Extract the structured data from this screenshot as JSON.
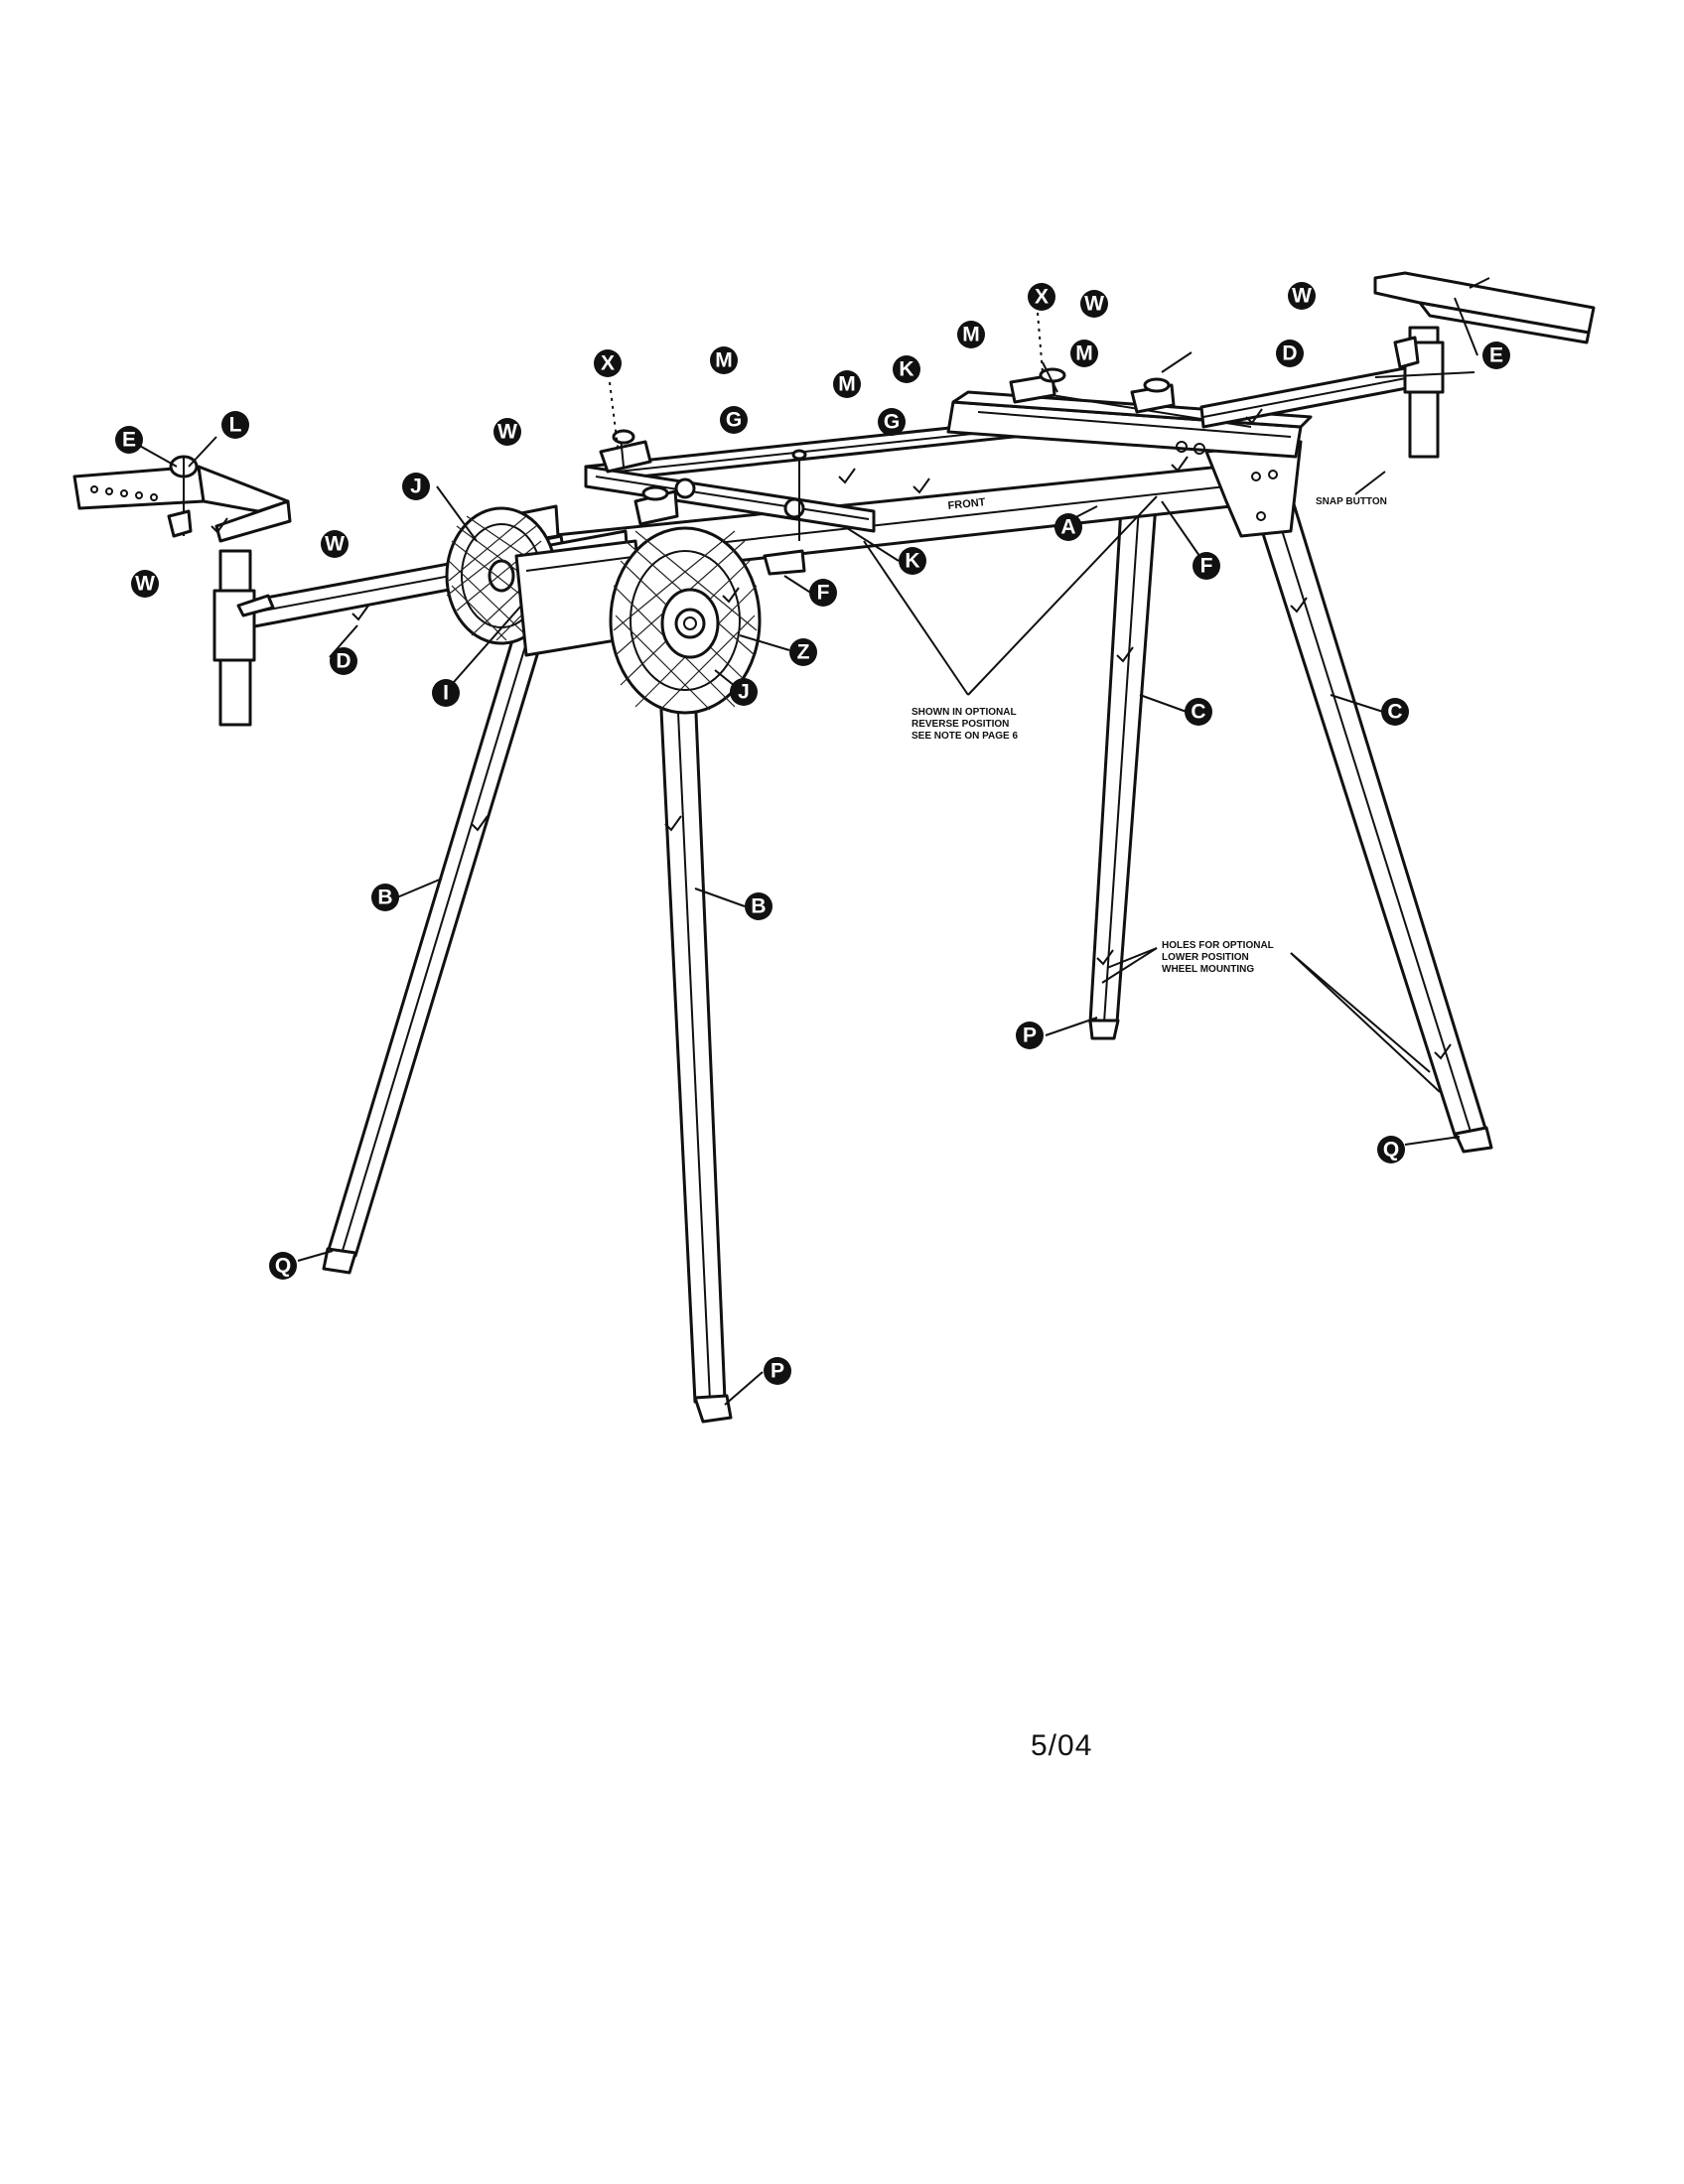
{
  "diagram": {
    "front_label": "FRONT",
    "notes": {
      "snap_button": "SNAP BUTTON",
      "reverse_line1": "SHOWN IN OPTIONAL",
      "reverse_line2": "REVERSE POSITION",
      "reverse_line3": "SEE NOTE ON PAGE 6",
      "holes_line1": "HOLES FOR OPTIONAL",
      "holes_line2": "LOWER POSITION",
      "holes_line3": "WHEEL MOUNTING"
    },
    "callouts": {
      "e_left": "E",
      "l": "L",
      "w_left_low": "W",
      "w_left_mid": "W",
      "j_upper": "J",
      "w_mid": "W",
      "x_left": "X",
      "m_left": "M",
      "g_left": "G",
      "m_mid": "M",
      "g_mid": "G",
      "k_top": "K",
      "m_top": "M",
      "x_right": "X",
      "w_top1": "W",
      "m_right": "M",
      "w_top2": "W",
      "d_right": "D",
      "e_right": "E",
      "a": "A",
      "f_right": "F",
      "f_mid": "F",
      "k_low": "K",
      "z": "Z",
      "d_left": "D",
      "i": "I",
      "j_lower": "J",
      "c_inner": "C",
      "c_outer": "C",
      "b_left": "B",
      "b_right": "B",
      "p_right": "P",
      "q_right": "Q",
      "q_left": "Q",
      "p_front": "P"
    }
  },
  "footer": {
    "date": "5/04"
  }
}
